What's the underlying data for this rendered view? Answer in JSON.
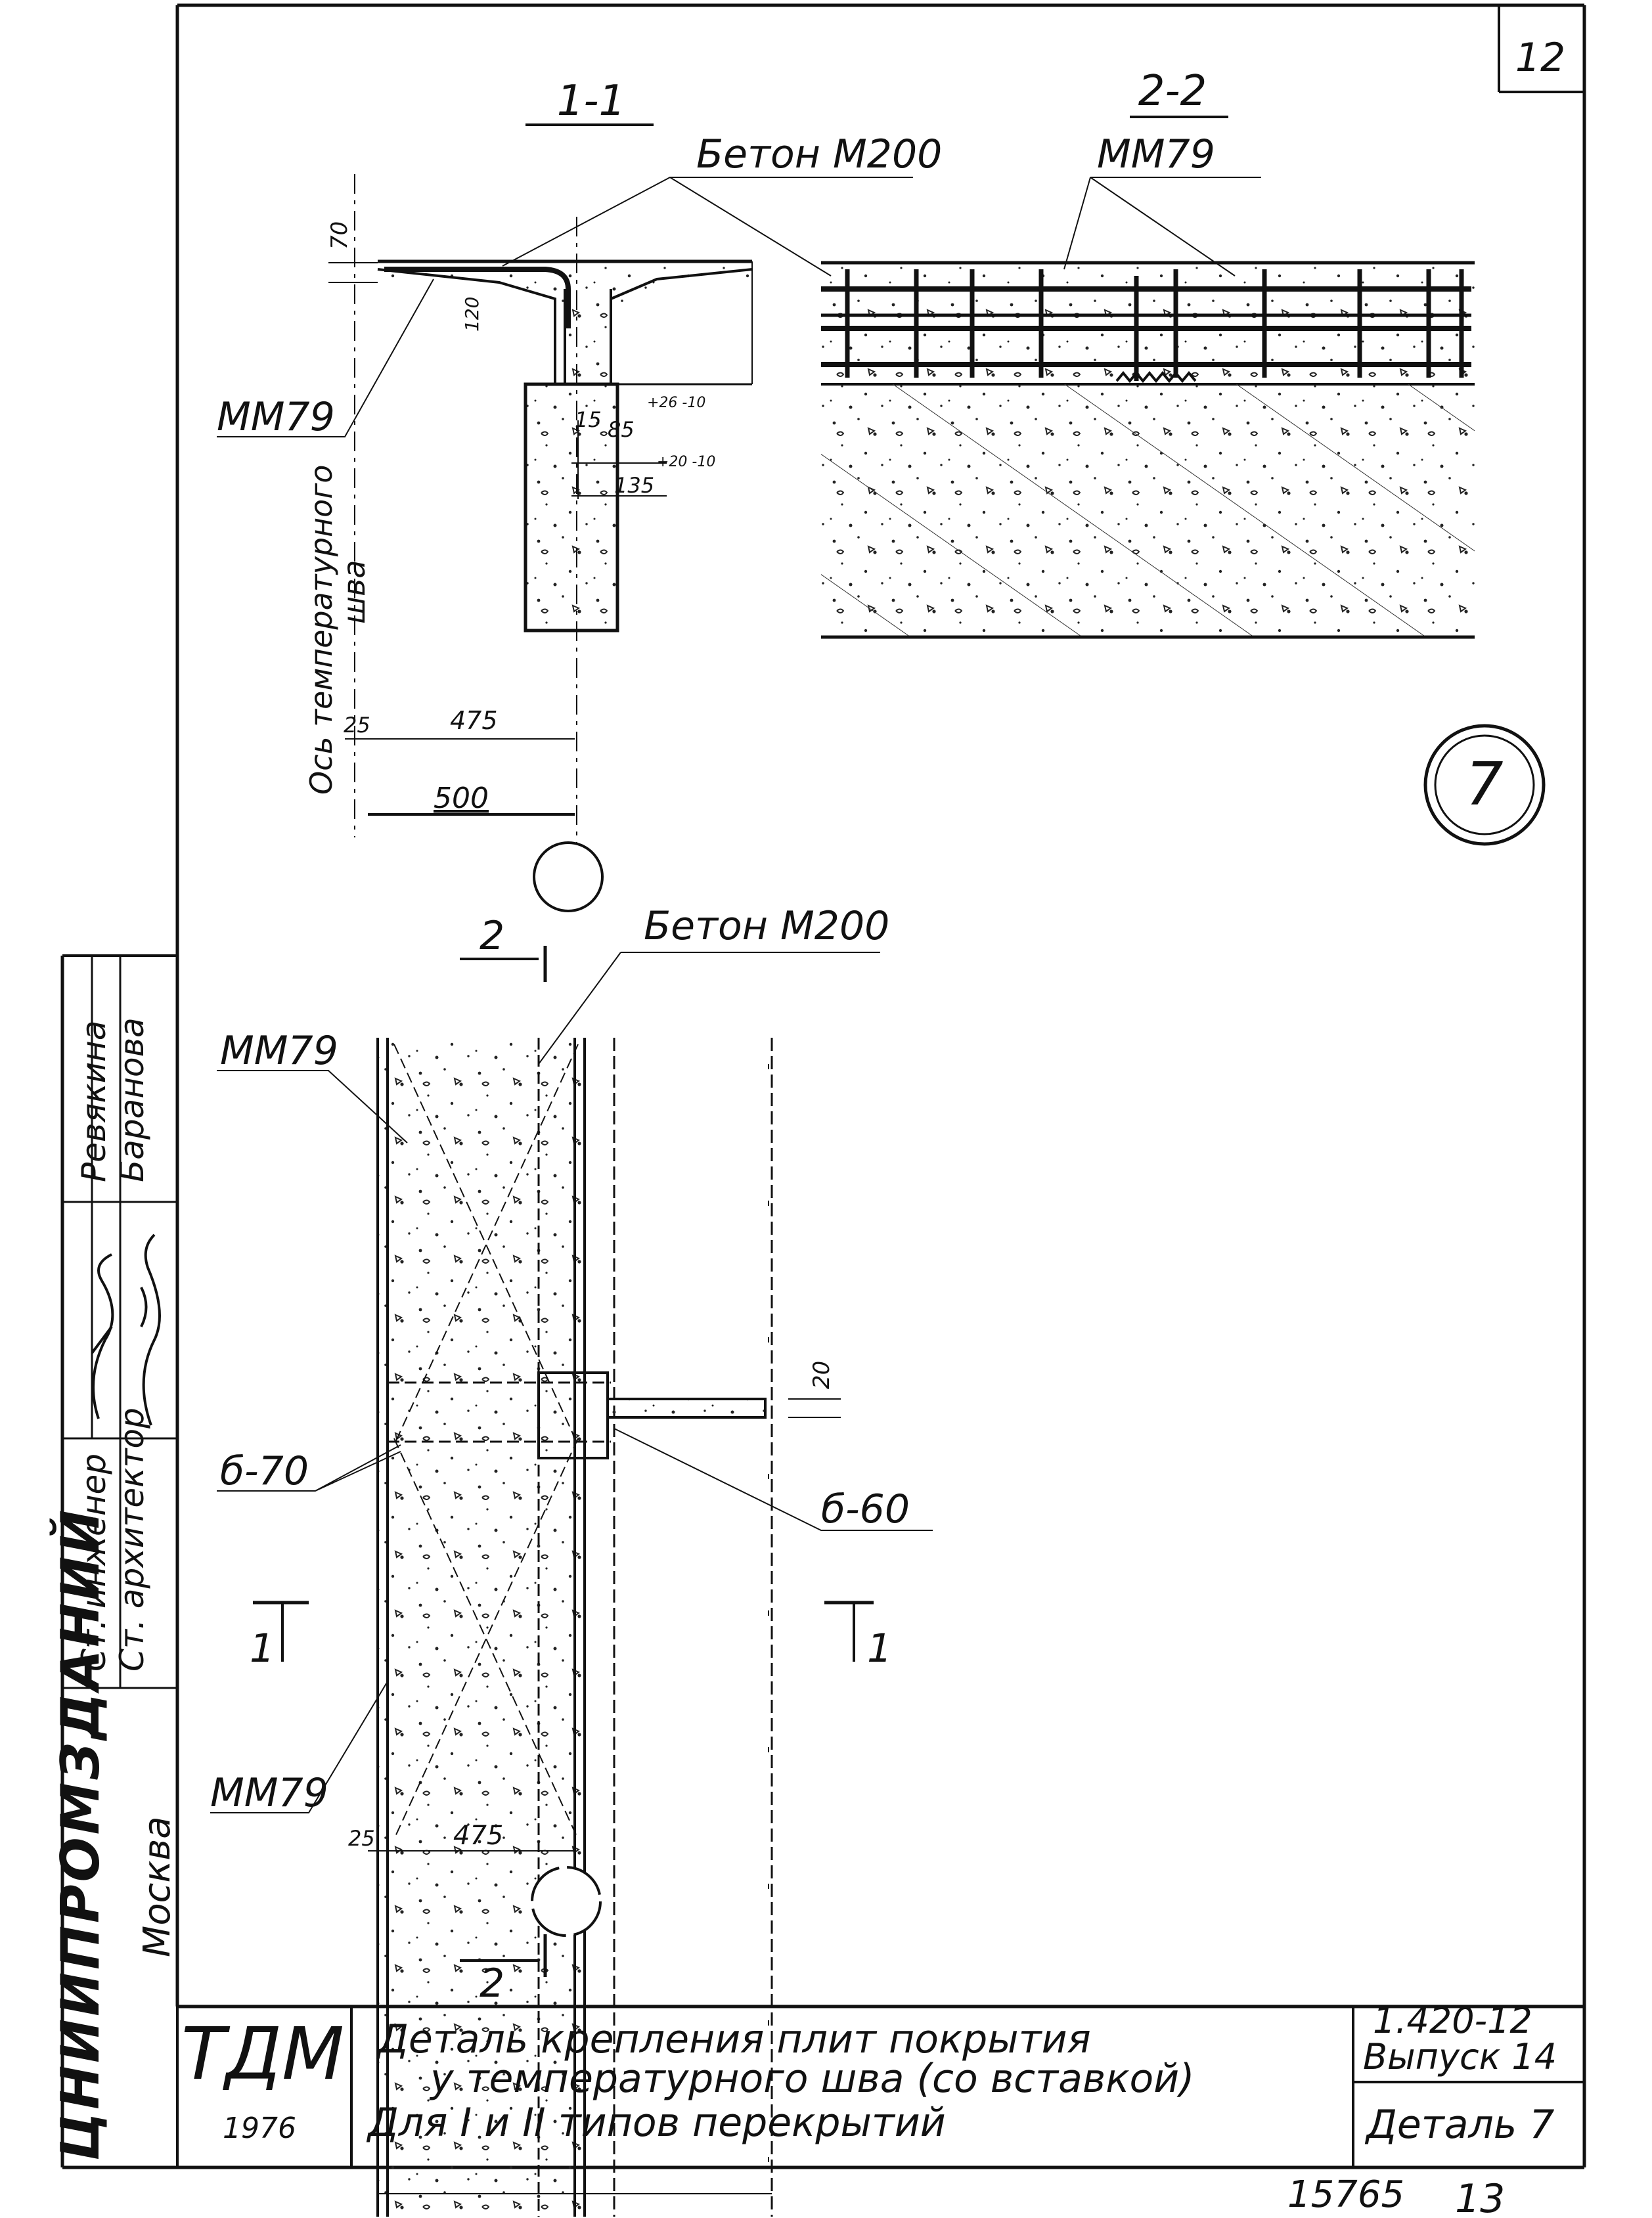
{
  "sheet": {
    "page_number": "12",
    "bottom_number": "15765",
    "bottom_page": "13"
  },
  "stamp": {
    "org": "ЦНИИПРОМЗДАНИЙ",
    "city": "Москва",
    "role_1": "Ст. инженер",
    "role_2": "Ст. архитектор",
    "name_1": "Ревякина",
    "name_2": "Баранова"
  },
  "section_1_1": {
    "title": "1-1",
    "concrete_label": "Бетон М200",
    "mesh_label": "ММ79",
    "dim_70": "70",
    "dim_120": "120",
    "dim_15": "15",
    "dim_85": "85",
    "dim_85_tol": "+26 -10",
    "dim_135": "135",
    "dim_135_tol": "+20 -10",
    "axis_label_1": "Ось температурного",
    "axis_label_2": "шва",
    "dim_25": "25",
    "dim_475": "475",
    "dim_500": "500"
  },
  "section_2_2": {
    "title": "2-2",
    "mesh_label": "ММ79"
  },
  "detail_marker": "7",
  "plan": {
    "concrete_label": "Бетон М200",
    "mesh_top_label": "ММ79",
    "mesh_bottom_label": "ММ79",
    "b70_label": "б-70",
    "b60_label": "б-60",
    "dim_20": "20",
    "dim_25": "25",
    "dim_475": "475",
    "cut_2_top": "2",
    "cut_2_bottom": "2",
    "cut_1_left": "1",
    "cut_1_right": "1"
  },
  "title_block": {
    "logo": "ТДМ",
    "year": "1976",
    "title_line_1": "Деталь крепления плит покрытия",
    "title_line_2": "у температурного шва (со вставкой)",
    "title_line_3": "Для I и II типов перекрытий",
    "series": "1.420-12",
    "issue": "Выпуск 14",
    "detail": "Деталь 7"
  }
}
